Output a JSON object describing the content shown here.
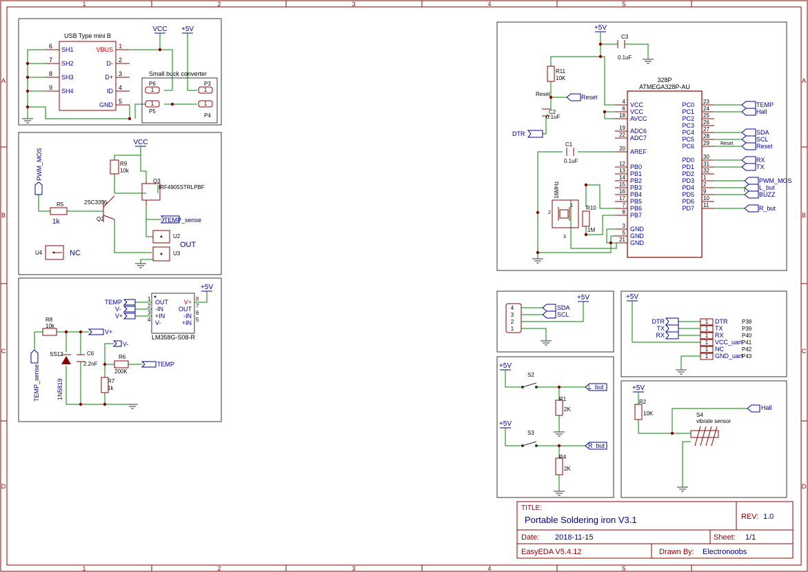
{
  "frame": {
    "cols": [
      "1",
      "2",
      "3",
      "4",
      "5"
    ],
    "rows": [
      "A",
      "B",
      "C",
      "D"
    ]
  },
  "usb": {
    "title": "USB Type mini B",
    "left_pins": [
      {
        "num": "6",
        "name": "SH1"
      },
      {
        "num": "7",
        "name": "SH2"
      },
      {
        "num": "8",
        "name": "SH3"
      },
      {
        "num": "9",
        "name": "SH4"
      }
    ],
    "right_pins": [
      {
        "num": "1",
        "name": "VBUS"
      },
      {
        "num": "2",
        "name": "D-"
      },
      {
        "num": "3",
        "name": "D+"
      },
      {
        "num": "4",
        "name": "ID"
      },
      {
        "num": "5",
        "name": "GND"
      }
    ],
    "vcc": "VCC",
    "v5": "+5V",
    "buck_title": "Small buck converter",
    "p6": "P6",
    "p5": "P5",
    "p3": "P3",
    "p4": "P4",
    "one": "1"
  },
  "driver": {
    "vcc": "VCC",
    "pwm": "PWM_MOS",
    "r5": "R5",
    "r5v": "1k",
    "r9": "R9",
    "r9v": "10k",
    "q3": "Q3",
    "q3v": "IRF4905STRLPBF",
    "q2": "Q2",
    "q2v": "2SC3356",
    "temp_sense": "TEMP_sense",
    "u2": "U2",
    "u3": "U3",
    "out": "OUT",
    "u4": "U4",
    "nc": "NC"
  },
  "amp": {
    "v5": "+5V",
    "temp": "TEMP",
    "vminus": "V-",
    "vplus": "V+",
    "chip_left": [
      {
        "num": "1",
        "name": "OUT"
      },
      {
        "num": "2",
        "name": "-IN"
      },
      {
        "num": "3",
        "name": "+IN"
      },
      {
        "num": "4",
        "name": "V-"
      }
    ],
    "chip_right": [
      {
        "num": "8",
        "name": "V+"
      },
      {
        "num": "7",
        "name": "OUT"
      },
      {
        "num": "6",
        "name": "-IN"
      },
      {
        "num": "5",
        "name": "+IN"
      }
    ],
    "chip": "LM358G-S08-R",
    "r8": "R8",
    "r8v": "10k",
    "vplus_flag": "V+",
    "vminus_flag": "V-",
    "ss12": "SS12",
    "d": "1N5819",
    "c6": "C6",
    "c6v": "2.2nF",
    "r6": "R6",
    "r6v": "200K",
    "r7": "R7",
    "r7v": "1k",
    "temp_out": "TEMP",
    "temp_sense": "TEMP_sense"
  },
  "mcu": {
    "v5": "+5V",
    "c3": "C3",
    "c3v": "0.1uF",
    "r11": "R11",
    "r11v": "10K",
    "reset": "Reset",
    "reset_flag": "Reset",
    "c2": "C2",
    "c2v": "0.1uF",
    "dtr": "DTR",
    "c1": "C1",
    "c1v": "0.1uF",
    "xtal": "16MHz",
    "r10": "R10",
    "r10v": "1M",
    "xtal_pins": [
      "2",
      "1",
      "3"
    ],
    "chip_name": "328P",
    "chip_part": "ATMEGA328P-AU",
    "left_pins": [
      {
        "num": "4",
        "name": "VCC"
      },
      {
        "num": "6",
        "name": "VCC"
      },
      {
        "num": "18",
        "name": "AVCC"
      },
      {
        "num": "19",
        "name": "ADC6"
      },
      {
        "num": "22",
        "name": "ADC7"
      },
      {
        "num": "20",
        "name": "AREF"
      },
      {
        "num": "12",
        "name": "PB0"
      },
      {
        "num": "13",
        "name": "PB1"
      },
      {
        "num": "14",
        "name": "PB2"
      },
      {
        "num": "15",
        "name": "PB3"
      },
      {
        "num": "16",
        "name": "PB4"
      },
      {
        "num": "17",
        "name": "PB5"
      },
      {
        "num": "7",
        "name": "PB6"
      },
      {
        "num": "8",
        "name": "PB7"
      },
      {
        "num": "3",
        "name": "GND"
      },
      {
        "num": "5",
        "name": "GND"
      },
      {
        "num": "21",
        "name": "GND"
      }
    ],
    "right_pins": [
      {
        "num": "23",
        "name": "PC0",
        "net": "TEMP"
      },
      {
        "num": "24",
        "name": "PC1",
        "net": "Hall"
      },
      {
        "num": "25",
        "name": "PC2",
        "net": ""
      },
      {
        "num": "26",
        "name": "PC3",
        "net": ""
      },
      {
        "num": "27",
        "name": "PC4",
        "net": "SDA"
      },
      {
        "num": "28",
        "name": "PC5",
        "net": "SCL"
      },
      {
        "num": "29",
        "name": "PC6",
        "net": "Reset"
      },
      {
        "num": "30",
        "name": "PD0",
        "net": "RX"
      },
      {
        "num": "31",
        "name": "PD1",
        "net": "TX"
      },
      {
        "num": "32",
        "name": "PD2",
        "net": ""
      },
      {
        "num": "1",
        "name": "PD3",
        "net": "PWM_MOS"
      },
      {
        "num": "2",
        "name": "PD4",
        "net": "L_but"
      },
      {
        "num": "9",
        "name": "PD5",
        "net": "BUZZ"
      },
      {
        "num": "10",
        "name": "PD6",
        "net": ""
      },
      {
        "num": "11",
        "name": "PD7",
        "net": "R_but"
      }
    ],
    "pc6_wire_label": "Reset"
  },
  "i2c": {
    "pins": [
      "4",
      "3",
      "2",
      "1"
    ],
    "sda": "SDA",
    "scl": "SCL",
    "v5": "+5V"
  },
  "uart": {
    "v5": "+5V",
    "rows": [
      {
        "flag": "DTR",
        "num": "1",
        "name": "DTR",
        "p": "P38"
      },
      {
        "flag": "TX",
        "num": "1",
        "name": "TX",
        "p": "P39"
      },
      {
        "flag": "RX",
        "num": "1",
        "name": "RX",
        "p": "P40"
      },
      {
        "flag": "",
        "num": "1",
        "name": "VCC_uart",
        "p": "P41"
      },
      {
        "flag": "",
        "num": "1",
        "name": "NC",
        "p": "P42"
      },
      {
        "flag": "",
        "num": "1",
        "name": "GND_uart",
        "p": "P43"
      }
    ]
  },
  "buttons": {
    "v5a": "+5V",
    "s2": "S2",
    "lbut": "L_but",
    "r1": "R1",
    "r1v": "2K",
    "v5b": "+5V",
    "s3": "S3",
    "rbut": "R_but",
    "r4": "R4",
    "r4v": "2K"
  },
  "hall": {
    "v5": "+5V",
    "r2": "R2",
    "r2v": "10K",
    "s4": "S4",
    "s4v": "vibrate sensor",
    "hall": "Hall"
  },
  "titleblock": {
    "title_label": "TITLE:",
    "title": "Portable Soldering iron V3.1",
    "rev_label": "REV:",
    "rev": "1.0",
    "date_label": "Date:",
    "date": "2018-11-15",
    "sheet_label": "Sheet:",
    "sheet": "1/1",
    "tool": "EasyEDA V5.4.12",
    "drawn_label": "Drawn By:",
    "drawn": "Electronoobs"
  },
  "colors": {
    "frame": "#8b0000",
    "wire": "#008000",
    "part": "#8b0000",
    "text": "#00008b",
    "pin": "#cc0000"
  }
}
